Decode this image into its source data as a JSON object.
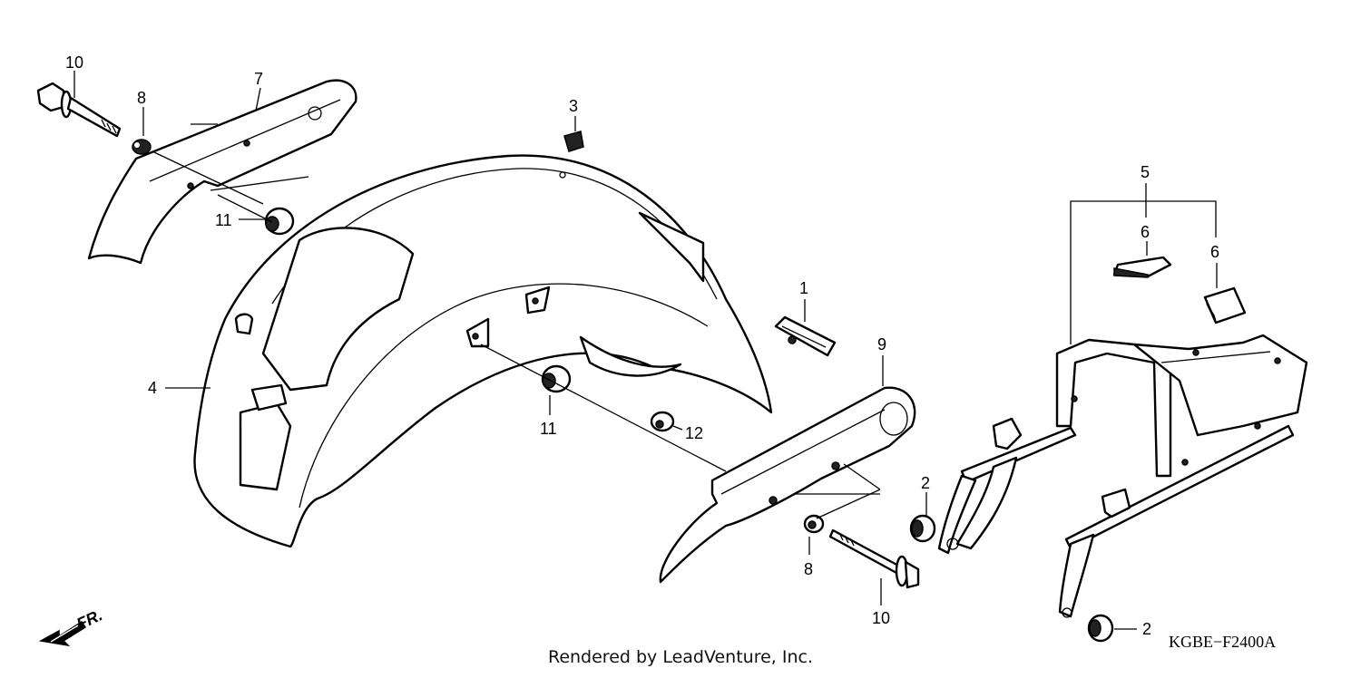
{
  "diagram": {
    "callouts": [
      "10",
      "8",
      "7",
      "3",
      "11",
      "4",
      "1",
      "9",
      "11",
      "12",
      "2",
      "8",
      "10",
      "5",
      "6",
      "6",
      "2"
    ],
    "drawing_code": "KGBE−F2400A",
    "direction_label": "FR.",
    "credit": "Rendered by LeadVenture, Inc."
  }
}
